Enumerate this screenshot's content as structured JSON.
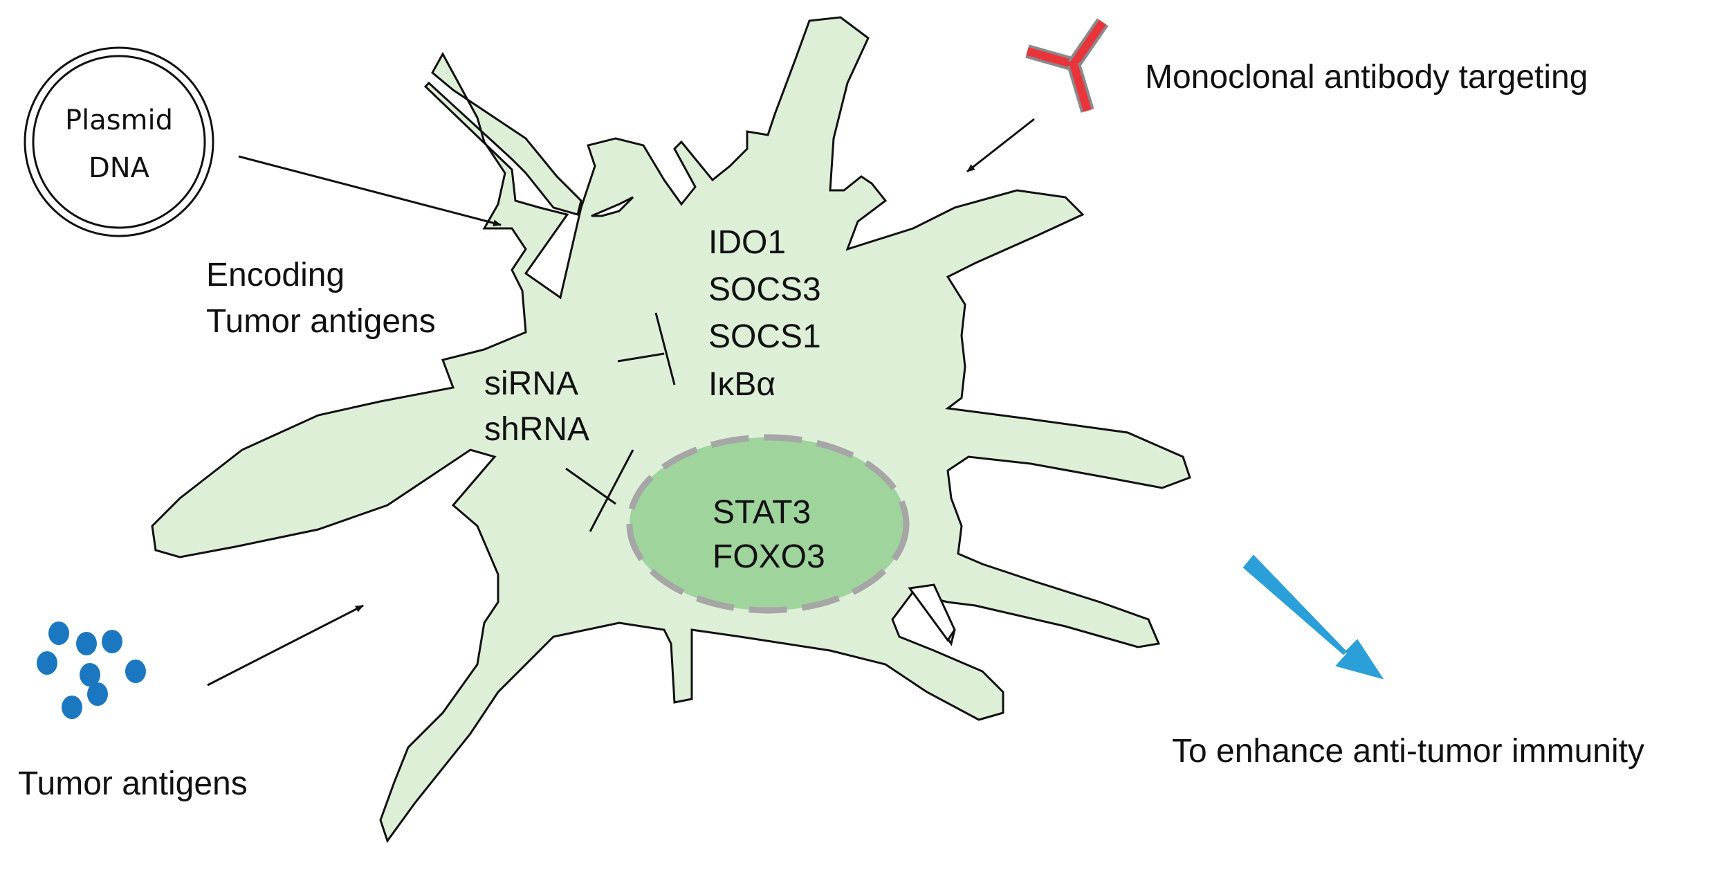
{
  "labels": {
    "plasmid_line1": "Plasmid",
    "plasmid_line2": "DNA",
    "encoding_line1": "Encoding",
    "encoding_line2": "Tumor antigens",
    "antibody": "Monoclonal antibody targeting",
    "tumor_antigens": "Tumor antigens",
    "targets_cytoplasm": [
      "IDO1",
      "SOCS3",
      "SOCS1",
      "IκBα"
    ],
    "rna_line1": "siRNA",
    "rna_line2": "shRNA",
    "nucleus_line1": "STAT3",
    "nucleus_line2": "FOXO3",
    "outcome": "To enhance anti-tumor immunity"
  },
  "colors": {
    "cell_fill": "#deefd8",
    "nucleus_fill": "#9fd49d",
    "nucleus_border": "#a6a6a6",
    "antigen_dots": "#1b78c0",
    "antibody": "#e8343a",
    "outcome_arrow": "#2a9fd8",
    "outline": "#111111"
  }
}
